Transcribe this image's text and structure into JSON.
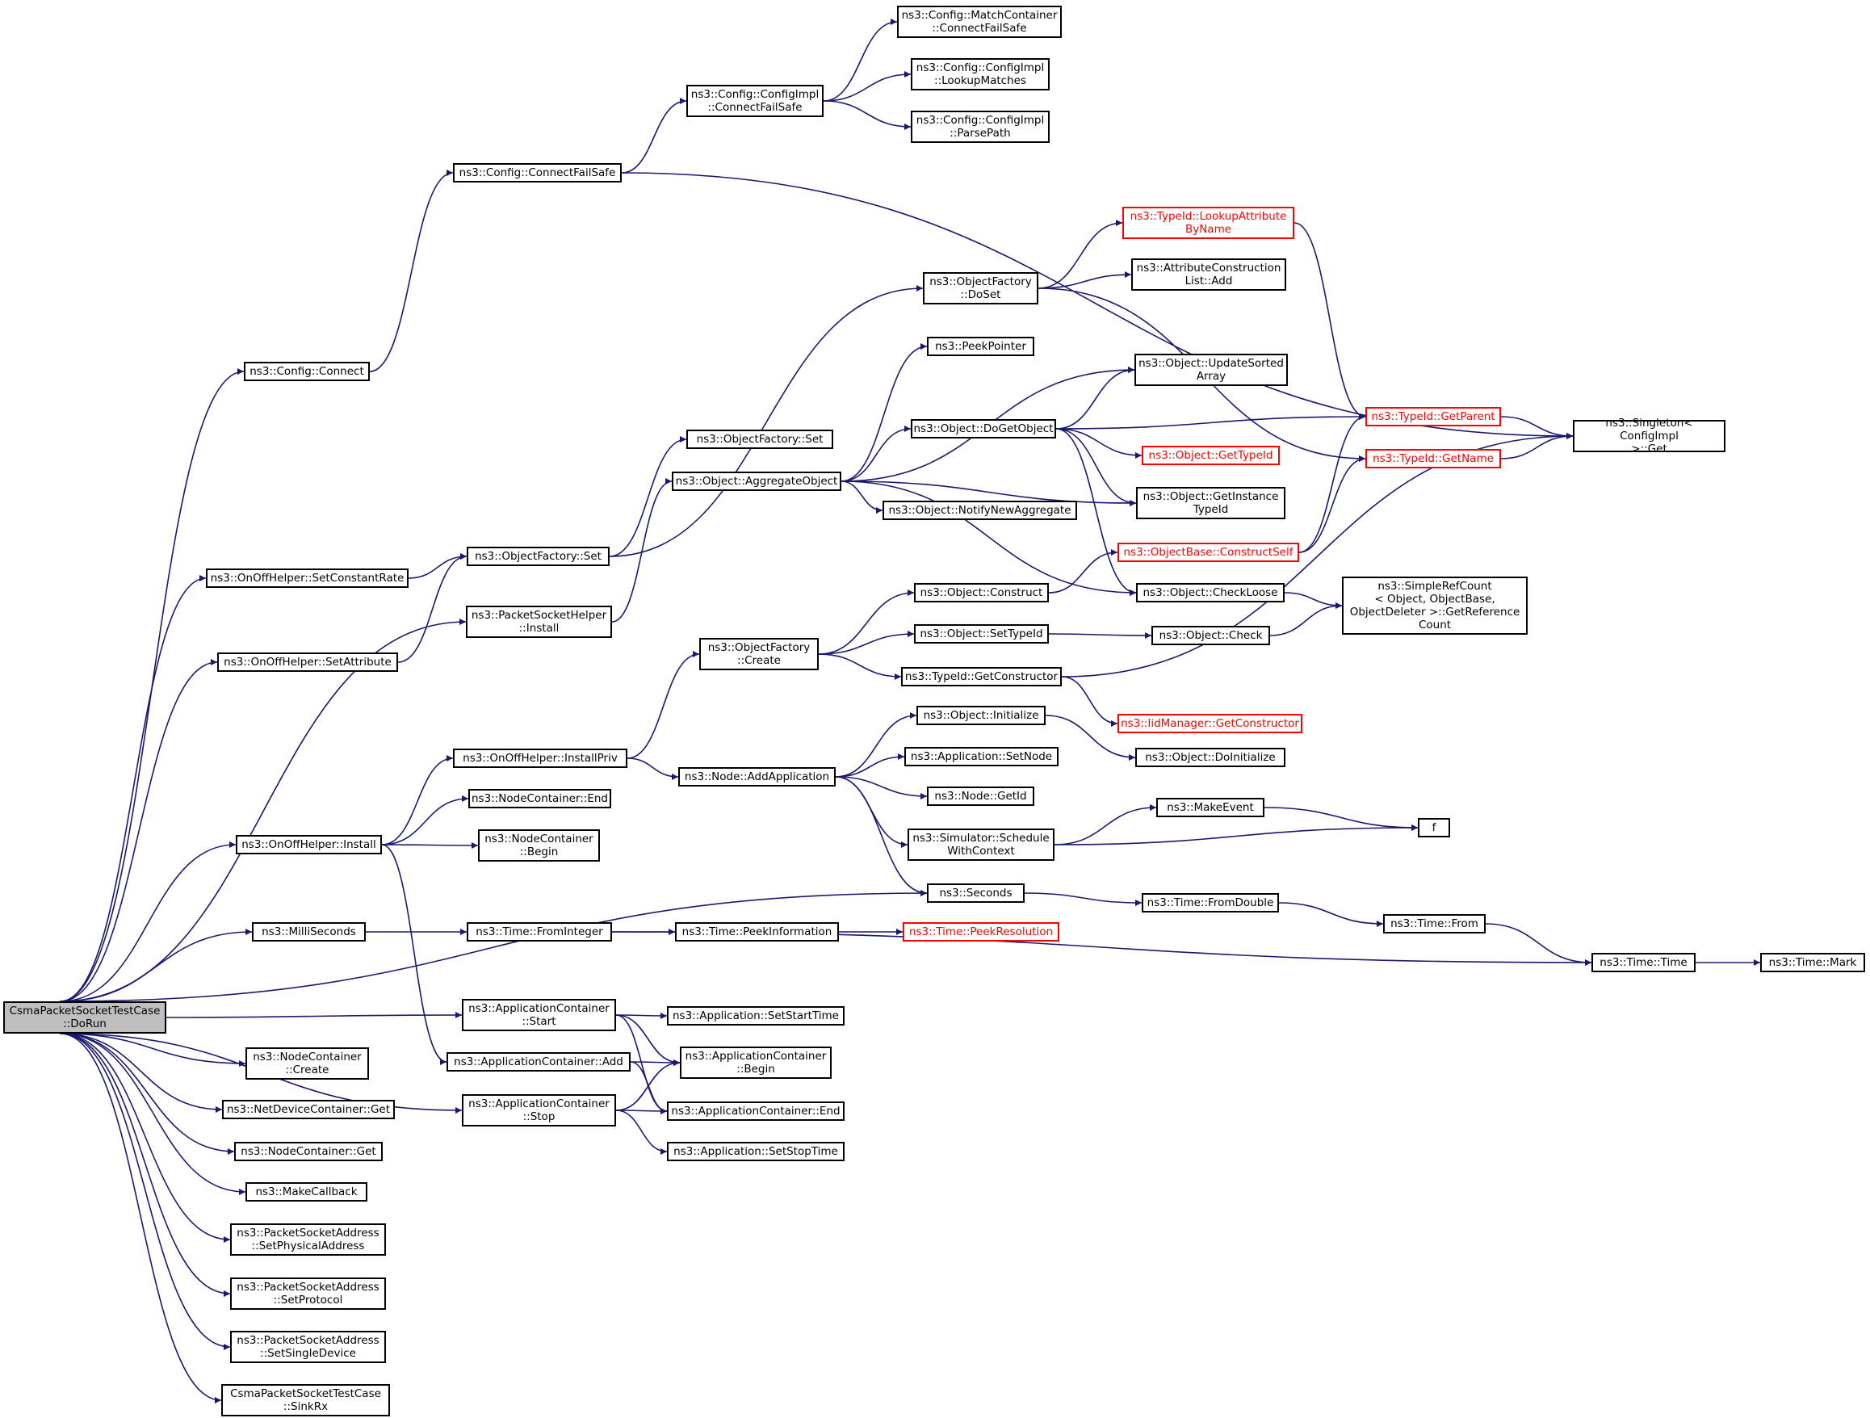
{
  "colors": {
    "edge": "#191970",
    "node_border": "#000000",
    "highlight_border": "#ff0000",
    "highlight_text": "#ff0000",
    "root_fill": "#bfbfbf",
    "background": "#ffffff"
  },
  "nodes": [
    {
      "id": "root",
      "text": "CsmaPacketSocketTestCase\n::DoRun",
      "style": "root"
    },
    {
      "id": "cfgconnect",
      "text": "ns3::Config::Connect"
    },
    {
      "id": "cfgconnfs",
      "text": "ns3::Config::ConnectFailSafe"
    },
    {
      "id": "implconnfs",
      "text": "ns3::Config::ConfigImpl\n::ConnectFailSafe"
    },
    {
      "id": "matchconn",
      "text": "ns3::Config::MatchContainer\n::ConnectFailSafe"
    },
    {
      "id": "lookupmatches",
      "text": "ns3::Config::ConfigImpl\n::LookupMatches"
    },
    {
      "id": "parsepath",
      "text": "ns3::Config::ConfigImpl\n::ParsePath"
    },
    {
      "id": "singleton",
      "text": "ns3::Singleton< ConfigImpl\n>::Get"
    },
    {
      "id": "lookupattr",
      "text": "ns3::TypeId::LookupAttribute\nByName",
      "style": "red"
    },
    {
      "id": "ofdoset",
      "text": "ns3::ObjectFactory\n::DoSet"
    },
    {
      "id": "attrcons",
      "text": "ns3::AttributeConstruction\nList::Add"
    },
    {
      "id": "peekptr",
      "text": "ns3::PeekPointer"
    },
    {
      "id": "updsorted",
      "text": "ns3::Object::UpdateSorted\nArray"
    },
    {
      "id": "ofset",
      "text": "ns3::ObjectFactory::Set"
    },
    {
      "id": "dogetobj",
      "text": "ns3::Object::DoGetObject"
    },
    {
      "id": "getparent",
      "text": "ns3::TypeId::GetParent",
      "style": "red"
    },
    {
      "id": "gettypeid",
      "text": "ns3::Object::GetTypeId",
      "style": "red"
    },
    {
      "id": "getname",
      "text": "ns3::TypeId::GetName",
      "style": "red"
    },
    {
      "id": "aggobj",
      "text": "ns3::Object::AggregateObject"
    },
    {
      "id": "getinst",
      "text": "ns3::Object::GetInstance\nTypeId"
    },
    {
      "id": "notifyagg",
      "text": "ns3::Object::NotifyNewAggregate"
    },
    {
      "id": "consself",
      "text": "ns3::ObjectBase::ConstructSelf",
      "style": "red"
    },
    {
      "id": "ofset2",
      "text": "ns3::ObjectFactory::Set"
    },
    {
      "id": "setconst",
      "text": "ns3::OnOffHelper::SetConstantRate"
    },
    {
      "id": "psinstall",
      "text": "ns3::PacketSocketHelper\n::Install"
    },
    {
      "id": "objconstruct",
      "text": "ns3::Object::Construct"
    },
    {
      "id": "checkloose",
      "text": "ns3::Object::CheckLoose"
    },
    {
      "id": "simpleref",
      "text": "ns3::SimpleRefCount\n< Object, ObjectBase,\n ObjectDeleter >::GetReference\nCount"
    },
    {
      "id": "setattr",
      "text": "ns3::OnOffHelper::SetAttribute"
    },
    {
      "id": "ofcreate",
      "text": "ns3::ObjectFactory\n::Create"
    },
    {
      "id": "settypeid",
      "text": "ns3::Object::SetTypeId"
    },
    {
      "id": "objcheck",
      "text": "ns3::Object::Check"
    },
    {
      "id": "getctor",
      "text": "ns3::TypeId::GetConstructor"
    },
    {
      "id": "iidctor",
      "text": "ns3::IidManager::GetConstructor",
      "style": "red"
    },
    {
      "id": "objinit",
      "text": "ns3::Object::Initialize"
    },
    {
      "id": "installpriv",
      "text": "ns3::OnOffHelper::InstallPriv"
    },
    {
      "id": "setnode",
      "text": "ns3::Application::SetNode"
    },
    {
      "id": "doinit",
      "text": "ns3::Object::DoInitialize"
    },
    {
      "id": "addapp",
      "text": "ns3::Node::AddApplication"
    },
    {
      "id": "ncend",
      "text": "ns3::NodeContainer::End"
    },
    {
      "id": "nodegetid",
      "text": "ns3::Node::GetId"
    },
    {
      "id": "makeevent",
      "text": "ns3::MakeEvent"
    },
    {
      "id": "f",
      "text": "f"
    },
    {
      "id": "ncbegin",
      "text": "ns3::NodeContainer\n::Begin"
    },
    {
      "id": "schedctx",
      "text": "ns3::Simulator::Schedule\nWithContext"
    },
    {
      "id": "ooinstall",
      "text": "ns3::OnOffHelper::Install"
    },
    {
      "id": "seconds",
      "text": "ns3::Seconds"
    },
    {
      "id": "fromdouble",
      "text": "ns3::Time::FromDouble"
    },
    {
      "id": "timefrom",
      "text": "ns3::Time::From"
    },
    {
      "id": "millis",
      "text": "ns3::MilliSeconds"
    },
    {
      "id": "fromint",
      "text": "ns3::Time::FromInteger"
    },
    {
      "id": "peekinfo",
      "text": "ns3::Time::PeekInformation"
    },
    {
      "id": "peekres",
      "text": "ns3::Time::PeekResolution",
      "style": "red"
    },
    {
      "id": "timetime",
      "text": "ns3::Time::Time"
    },
    {
      "id": "timemark",
      "text": "ns3::Time::Mark"
    },
    {
      "id": "acstart",
      "text": "ns3::ApplicationContainer\n::Start"
    },
    {
      "id": "setstart",
      "text": "ns3::Application::SetStartTime"
    },
    {
      "id": "acbegin",
      "text": "ns3::ApplicationContainer\n::Begin"
    },
    {
      "id": "ncreate",
      "text": "ns3::NodeContainer\n::Create"
    },
    {
      "id": "acadd",
      "text": "ns3::ApplicationContainer::Add"
    },
    {
      "id": "ndcget",
      "text": "ns3::NetDeviceContainer::Get"
    },
    {
      "id": "acstop",
      "text": "ns3::ApplicationContainer\n::Stop"
    },
    {
      "id": "acend",
      "text": "ns3::ApplicationContainer::End"
    },
    {
      "id": "setstop",
      "text": "ns3::Application::SetStopTime"
    },
    {
      "id": "ncget",
      "text": "ns3::NodeContainer::Get"
    },
    {
      "id": "makecb",
      "text": "ns3::MakeCallback"
    },
    {
      "id": "setphys",
      "text": "ns3::PacketSocketAddress\n::SetPhysicalAddress"
    },
    {
      "id": "setproto",
      "text": "ns3::PacketSocketAddress\n::SetProtocol"
    },
    {
      "id": "setsingle",
      "text": "ns3::PacketSocketAddress\n::SetSingleDevice"
    },
    {
      "id": "sinkrx",
      "text": "CsmaPacketSocketTestCase\n::SinkRx"
    }
  ],
  "edges": [
    [
      "root",
      "cfgconnect"
    ],
    [
      "root",
      "setconst"
    ],
    [
      "root",
      "setattr"
    ],
    [
      "root",
      "psinstall"
    ],
    [
      "root",
      "ooinstall"
    ],
    [
      "root",
      "seconds"
    ],
    [
      "root",
      "millis"
    ],
    [
      "root",
      "acstart"
    ],
    [
      "root",
      "ncreate"
    ],
    [
      "root",
      "ndcget"
    ],
    [
      "root",
      "acstop"
    ],
    [
      "root",
      "ncget"
    ],
    [
      "root",
      "makecb"
    ],
    [
      "root",
      "setphys"
    ],
    [
      "root",
      "setproto"
    ],
    [
      "root",
      "setsingle"
    ],
    [
      "root",
      "sinkrx"
    ],
    [
      "cfgconnect",
      "cfgconnfs"
    ],
    [
      "cfgconnfs",
      "implconnfs"
    ],
    [
      "cfgconnfs",
      "singleton"
    ],
    [
      "implconnfs",
      "matchconn"
    ],
    [
      "implconnfs",
      "lookupmatches"
    ],
    [
      "implconnfs",
      "parsepath"
    ],
    [
      "lookupattr",
      "getparent"
    ],
    [
      "ofdoset",
      "lookupattr"
    ],
    [
      "ofdoset",
      "attrcons"
    ],
    [
      "ofdoset",
      "getname"
    ],
    [
      "dogetobj",
      "updsorted"
    ],
    [
      "dogetobj",
      "getparent"
    ],
    [
      "dogetobj",
      "gettypeid"
    ],
    [
      "dogetobj",
      "getinst"
    ],
    [
      "dogetobj",
      "checkloose"
    ],
    [
      "getparent",
      "singleton"
    ],
    [
      "getname",
      "singleton"
    ],
    [
      "aggobj",
      "peekptr"
    ],
    [
      "aggobj",
      "updsorted"
    ],
    [
      "aggobj",
      "dogetobj"
    ],
    [
      "aggobj",
      "getinst"
    ],
    [
      "aggobj",
      "notifyagg"
    ],
    [
      "aggobj",
      "checkloose"
    ],
    [
      "consself",
      "getparent"
    ],
    [
      "consself",
      "getname"
    ],
    [
      "ofset2",
      "ofset"
    ],
    [
      "ofset2",
      "ofdoset"
    ],
    [
      "setconst",
      "ofset2"
    ],
    [
      "setattr",
      "ofset2"
    ],
    [
      "psinstall",
      "aggobj"
    ],
    [
      "objconstruct",
      "consself"
    ],
    [
      "checkloose",
      "simpleref"
    ],
    [
      "objcheck",
      "simpleref"
    ],
    [
      "ofcreate",
      "objconstruct"
    ],
    [
      "ofcreate",
      "settypeid"
    ],
    [
      "ofcreate",
      "getctor"
    ],
    [
      "settypeid",
      "objcheck"
    ],
    [
      "getctor",
      "iidctor"
    ],
    [
      "getctor",
      "singleton"
    ],
    [
      "objinit",
      "doinit"
    ],
    [
      "installpriv",
      "ofcreate"
    ],
    [
      "installpriv",
      "addapp"
    ],
    [
      "addapp",
      "objinit"
    ],
    [
      "addapp",
      "setnode"
    ],
    [
      "addapp",
      "nodegetid"
    ],
    [
      "addapp",
      "schedctx"
    ],
    [
      "addapp",
      "seconds"
    ],
    [
      "makeevent",
      "f"
    ],
    [
      "schedctx",
      "makeevent"
    ],
    [
      "schedctx",
      "f"
    ],
    [
      "ooinstall",
      "installpriv"
    ],
    [
      "ooinstall",
      "ncend"
    ],
    [
      "ooinstall",
      "ncbegin"
    ],
    [
      "ooinstall",
      "acadd"
    ],
    [
      "seconds",
      "fromdouble"
    ],
    [
      "fromdouble",
      "timefrom"
    ],
    [
      "timefrom",
      "timetime"
    ],
    [
      "millis",
      "fromint"
    ],
    [
      "fromint",
      "peekinfo"
    ],
    [
      "fromint",
      "timetime"
    ],
    [
      "peekinfo",
      "peekres"
    ],
    [
      "timetime",
      "timemark"
    ],
    [
      "acstart",
      "setstart"
    ],
    [
      "acstart",
      "acbegin"
    ],
    [
      "acstart",
      "acend"
    ],
    [
      "acadd",
      "acbegin"
    ],
    [
      "acadd",
      "acend"
    ],
    [
      "acstop",
      "acbegin"
    ],
    [
      "acstop",
      "acend"
    ],
    [
      "acstop",
      "setstop"
    ]
  ]
}
